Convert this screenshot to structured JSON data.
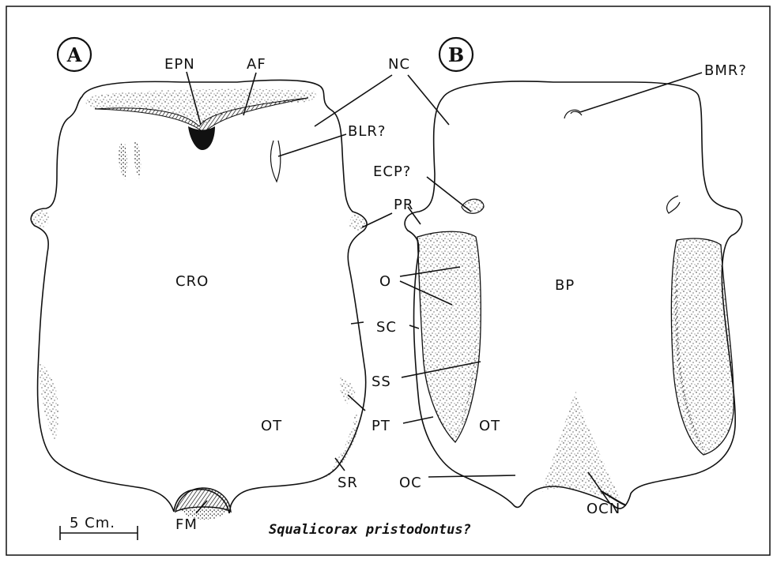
{
  "figure": {
    "panel_a": {
      "letter": "A"
    },
    "panel_b": {
      "letter": "B"
    },
    "labels": {
      "EPN": "EPN",
      "AF": "AF",
      "NC": "NC",
      "BMR": "BMR?",
      "BLR": "BLR?",
      "ECP": "ECP?",
      "PR": "PR",
      "CRO": "CRO",
      "O": "O",
      "BP": "BP",
      "SC": "SC",
      "SS": "SS",
      "OT_A": "OT",
      "OT_B": "OT",
      "PT": "PT",
      "SR": "SR",
      "OC": "OC",
      "OCN": "OCN",
      "FM": "FM"
    },
    "scale_bar": {
      "label": "5 Cm."
    },
    "caption": "Squalicorax pristodontus?"
  }
}
